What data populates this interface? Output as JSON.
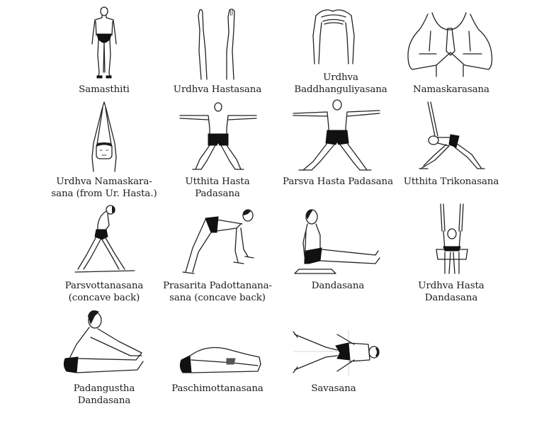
{
  "page": {
    "type": "yoga-pose-chart",
    "background": "#ffffff",
    "text_color": "#1c1c1c"
  },
  "poses": [
    {
      "id": "samasthiti",
      "label_lines": [
        "Samasthiti"
      ],
      "icon": "standing-figure-illustration"
    },
    {
      "id": "urdhva-hastasana",
      "label_lines": [
        "Urdhva Hastasana"
      ],
      "icon": "raised-arms-illustration"
    },
    {
      "id": "urdhva-baddhanguliyasana",
      "label_lines": [
        "Urdhva",
        "Baddhanguliyasana"
      ],
      "icon": "interlocked-fingers-illustration"
    },
    {
      "id": "namaskarasana",
      "label_lines": [
        "Namaskarasana"
      ],
      "icon": "prayer-hands-illustration"
    },
    {
      "id": "urdhva-namaskarasana",
      "label_lines": [
        "Urdhva Namaskara-",
        "sana (from Ur. Hasta.)"
      ],
      "icon": "raised-prayer-illustration"
    },
    {
      "id": "utthita-hasta-padasana",
      "label_lines": [
        "Utthita Hasta",
        "Padasana"
      ],
      "icon": "star-stance-illustration"
    },
    {
      "id": "parsva-hasta-padasana",
      "label_lines": [
        "Parsva Hasta Padasana"
      ],
      "icon": "wide-stance-illustration"
    },
    {
      "id": "utthita-trikonasana",
      "label_lines": [
        "Utthita Trikonasana"
      ],
      "icon": "triangle-pose-illustration"
    },
    {
      "id": "parsvottanasana",
      "label_lines": [
        "Parsvottanasana",
        "(concave back)"
      ],
      "icon": "side-stretch-illustration"
    },
    {
      "id": "prasarita-padottanasana",
      "label_lines": [
        "Prasarita Padottanana-",
        "sana (concave back)"
      ],
      "icon": "wide-forward-bend-illustration"
    },
    {
      "id": "dandasana",
      "label_lines": [
        "Dandasana"
      ],
      "icon": "staff-pose-illustration"
    },
    {
      "id": "urdhva-hasta-dandasana",
      "label_lines": [
        "Urdhva Hasta",
        "Dandasana"
      ],
      "icon": "seated-raised-arms-illustration"
    },
    {
      "id": "padangustha-dandasana",
      "label_lines": [
        "Padangustha",
        "Dandasana"
      ],
      "icon": "seated-toe-hold-illustration"
    },
    {
      "id": "paschimottanasana",
      "label_lines": [
        "Paschimottanasana"
      ],
      "icon": "seated-forward-bend-illustration"
    },
    {
      "id": "savasana",
      "label_lines": [
        "Savasana"
      ],
      "icon": "corpse-pose-illustration"
    }
  ]
}
